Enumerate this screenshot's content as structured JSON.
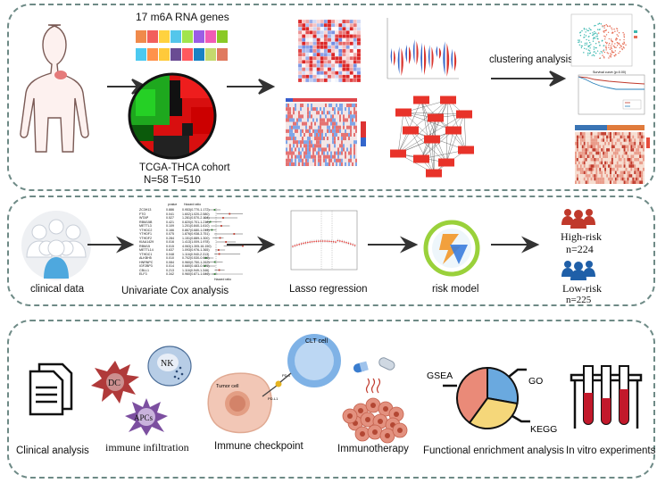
{
  "panel1": {
    "genes_title": "17 m6A RNA genes",
    "cohort_name": "TCGA-THCA cohort",
    "cohort_counts": "N=58 T=510",
    "clustering_label": "clustering analysis",
    "survival_title": "Survival curve (p=0.00)"
  },
  "panel2": {
    "clinical_label": "clinical data",
    "cox_label": "Univariate Cox analysis",
    "cox_header_p": "pvalue",
    "cox_header_hr": "Hazard ratio",
    "cox_footer": "Hazard ratio",
    "cox_rows": [
      {
        "gene": "ZC3H13",
        "p": "0.886",
        "hr": "0.953(0.770-1.172)"
      },
      {
        "gene": "FTO",
        "p": "0.041",
        "hr": "1.602(1.020-2.580)"
      },
      {
        "gene": "WTAP",
        "p": "0.527",
        "hr": "1.281(0.570-2.104)"
      },
      {
        "gene": "RBM15B",
        "p": "0.421",
        "hr": "0.820(0.701-1.218)"
      },
      {
        "gene": "METTL3",
        "p": "0.109",
        "hr": "1.201(0.840-1.610)"
      },
      {
        "gene": "YTHDC2",
        "p": "0.166",
        "hr": "0.867(0.680-1.013)"
      },
      {
        "gene": "YTHDF1",
        "p": "0.075",
        "hr": "1.876(0.938-3.751)"
      },
      {
        "gene": "YTHDF2",
        "p": "0.284",
        "hr": "1.151(0.889-1.300)"
      },
      {
        "gene": "KIAA1429",
        "p": "0.016",
        "hr": "1.413(1.009-1.978)"
      },
      {
        "gene": "RBM15",
        "p": "0.015",
        "hr": "4.063(1.305-16.150)"
      },
      {
        "gene": "METTL14",
        "p": "0.637",
        "hr": "1.093(0.976-1.365)"
      },
      {
        "gene": "YTHDC1",
        "p": "0.048",
        "hr": "1.116(0.940-2.313)"
      },
      {
        "gene": "ALKBH5",
        "p": "0.010",
        "hr": "0.702(0.530-0.919)"
      },
      {
        "gene": "HNRNPC",
        "p": "0.084",
        "hr": "0.960(0.750-1.262)"
      },
      {
        "gene": "IGF2BP3",
        "p": "0.014",
        "hr": "0.680(0.483-0.979)"
      },
      {
        "gene": "CBLL1",
        "p": "0.213",
        "hr": "1.116(0.949-1.346)"
      },
      {
        "gene": "ELF3",
        "p": "0.342",
        "hr": "0.960(0.871-1.049)"
      }
    ],
    "lasso_label": "Lasso regression",
    "risk_model_label": "risk model",
    "high_risk_label": "High-risk",
    "high_risk_n": "n=224",
    "low_risk_label": "Low-risk",
    "low_risk_n": "n=225"
  },
  "panel3": {
    "clinical_analysis_label": "Clinical  analysis",
    "dc_label": "DC",
    "nk_label": "NK",
    "apc_label": "APCs",
    "immune_infiltration_label": "immune infiltration",
    "tumor_cell_label": "Tumor cell",
    "ctl_cell_label": "CLT cell",
    "pd1_label": "PD-1",
    "pdl1_label": "PD-L1",
    "immune_checkpoint_label": "Immune checkpoint",
    "immunotherapy_label": "Immunotherapy",
    "gsea_label": "GSEA",
    "go_label": "GO",
    "kegg_label": "KEGG",
    "functional_label": "Functional enrichment analysis",
    "invitro_label": "In vitro experiments"
  },
  "colors": {
    "panel_border": "#6e8a86",
    "arrow": "#333333",
    "high_risk": "#c0392b",
    "low_risk": "#1f5fa8",
    "red_box": "#e8332a"
  }
}
